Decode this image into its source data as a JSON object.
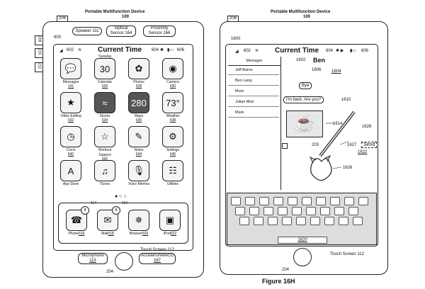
{
  "left": {
    "title": "Portable Multifunction Device",
    "title_num": "100",
    "ref_206": "206",
    "ref_600": "600",
    "ref_208": "208",
    "ref_210": "210",
    "ref_212": "212",
    "speaker": "Speaker 111",
    "optical": "Optical",
    "optical2": "Sensor 164",
    "proximity": "Proximity",
    "proximity2": "Sensor 166",
    "status_602": "602",
    "status_time": "Current Time",
    "status_604": "604",
    "status_bt": "✱",
    "status_606": "606",
    "apps": [
      {
        "icon": "💬",
        "name": "Messages",
        "num": "141"
      },
      {
        "icon": "30",
        "name": "Calendar",
        "num": "626",
        "top": "Tuesday"
      },
      {
        "icon": "✿",
        "name": "Photos",
        "num": "628"
      },
      {
        "icon": "◉",
        "name": "Camera",
        "num": "630"
      },
      {
        "icon": "★",
        "name": "Video Editing",
        "num": "632"
      },
      {
        "icon": "≈",
        "name": "Stocks",
        "num": "634"
      },
      {
        "icon": "280",
        "name": "Maps",
        "num": "636"
      },
      {
        "icon": "73°",
        "name": "Weather",
        "num": "638"
      },
      {
        "icon": "◷",
        "name": "Clock",
        "num": "640"
      },
      {
        "icon": "☆",
        "name": "Workout",
        "num": "642",
        "pre": "Support"
      },
      {
        "icon": "✎",
        "name": "Notes",
        "num": "644"
      },
      {
        "icon": "⚙",
        "name": "Settings",
        "num": "646"
      },
      {
        "icon": "A",
        "name": "App Store",
        "num": ""
      },
      {
        "icon": "♫",
        "name": "iTunes",
        "num": ""
      },
      {
        "icon": "🎙",
        "name": "Voice Memos",
        "num": ""
      },
      {
        "icon": "☷",
        "name": "Utilities",
        "num": ""
      }
    ],
    "dock": [
      {
        "icon": "☎",
        "name": "Phone",
        "num": "616",
        "badge": "4",
        "badge_num": "414"
      },
      {
        "icon": "✉",
        "name": "Mail",
        "num": "618",
        "badge": "6",
        "badge_num": "410"
      },
      {
        "icon": "✵",
        "name": "Browser",
        "num": "620"
      },
      {
        "icon": "▣",
        "name": "iPod",
        "num": "622"
      }
    ],
    "touch": "Touch Screen 112",
    "microphone": "Microphone",
    "microphone_num": "113",
    "accel": "Accelerometer(s)",
    "accel_num": "167",
    "home_num": "204"
  },
  "right": {
    "title": "Portable Multifunction Device",
    "title_num": "100",
    "ref_206": "206",
    "ref_1600": "1600",
    "status_602": "602",
    "status_time": "Current Time",
    "status_604": "604",
    "status_606": "606",
    "msg_header": "Messages",
    "contacts": [
      "Jeff Barns",
      "Ben Lang",
      "Mom",
      "Julian Mist",
      "Mark"
    ],
    "ref_1602": "1602",
    "contact_name": "Ben",
    "ref_1604": "1604",
    "ref_1606": "1606",
    "bubble1": "Bye",
    "bubble2": "I'm back. Are you?",
    "ref_1610": "1610",
    "ref_1614": "1614",
    "ref_1626a": "1626",
    "ref_203": "203",
    "ref_1627": "1627",
    "send": "Send",
    "ref_1622": "1622",
    "ref_1626b": "1626",
    "ref_1620": "1620",
    "touch": "Touch Screen 112",
    "home_num": "204"
  },
  "figure": "Figure 16H"
}
